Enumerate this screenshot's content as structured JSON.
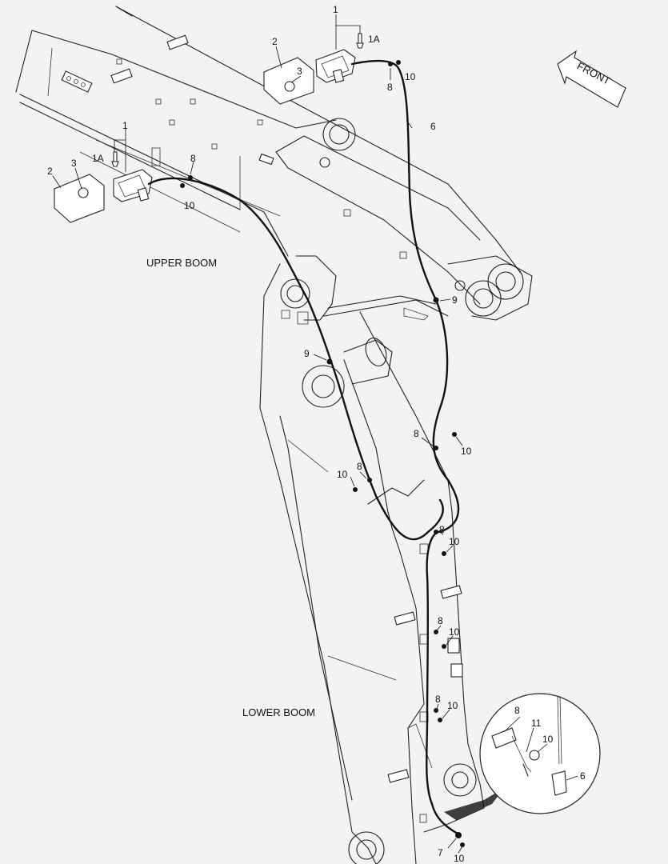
{
  "labels": {
    "upper_boom": "UPPER BOOM",
    "lower_boom": "LOWER BOOM",
    "front": "FRONT"
  },
  "callouts": {
    "c1": "1",
    "c1a": "1A",
    "c2": "2",
    "c3": "3",
    "c6": "6",
    "c7": "7",
    "c8": "8",
    "c9": "9",
    "c10": "10",
    "c11": "11"
  },
  "colors": {
    "line": "#222222",
    "background": "#f3f3f3"
  }
}
